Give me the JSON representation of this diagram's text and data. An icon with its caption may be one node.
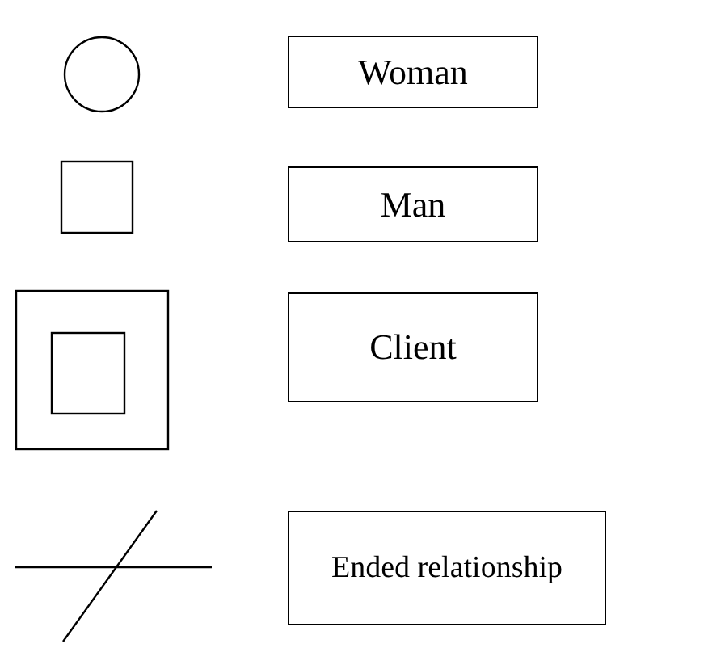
{
  "diagram": {
    "legend": [
      {
        "text": "Woman"
      },
      {
        "text": "Man"
      },
      {
        "text": "Client"
      },
      {
        "text": "Ended relationship"
      }
    ]
  }
}
